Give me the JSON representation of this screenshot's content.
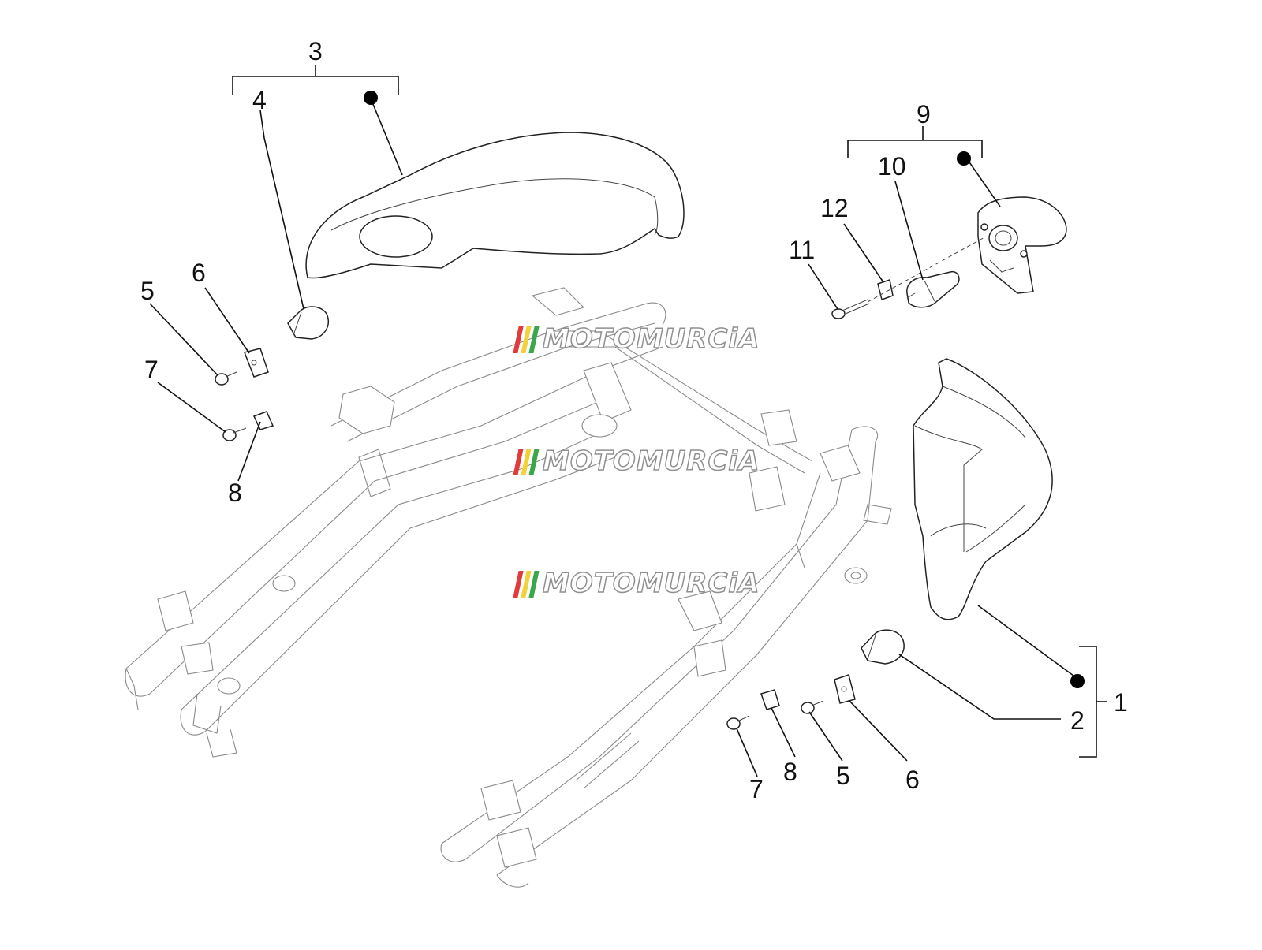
{
  "diagram": {
    "callouts": {
      "c1": "1",
      "c2": "2",
      "c3": "3",
      "c4": "4",
      "c5a": "5",
      "c6a": "6",
      "c7a": "7",
      "c8a": "8",
      "c9": "9",
      "c10": "10",
      "c11": "11",
      "c12": "12",
      "c7b": "7",
      "c8b": "8",
      "c5b": "5",
      "c6b": "6"
    },
    "watermark": {
      "text": "MOTOMURCiA",
      "stripe_colors": [
        "#e23b3b",
        "#f2d23a",
        "#3aa84a"
      ]
    }
  }
}
